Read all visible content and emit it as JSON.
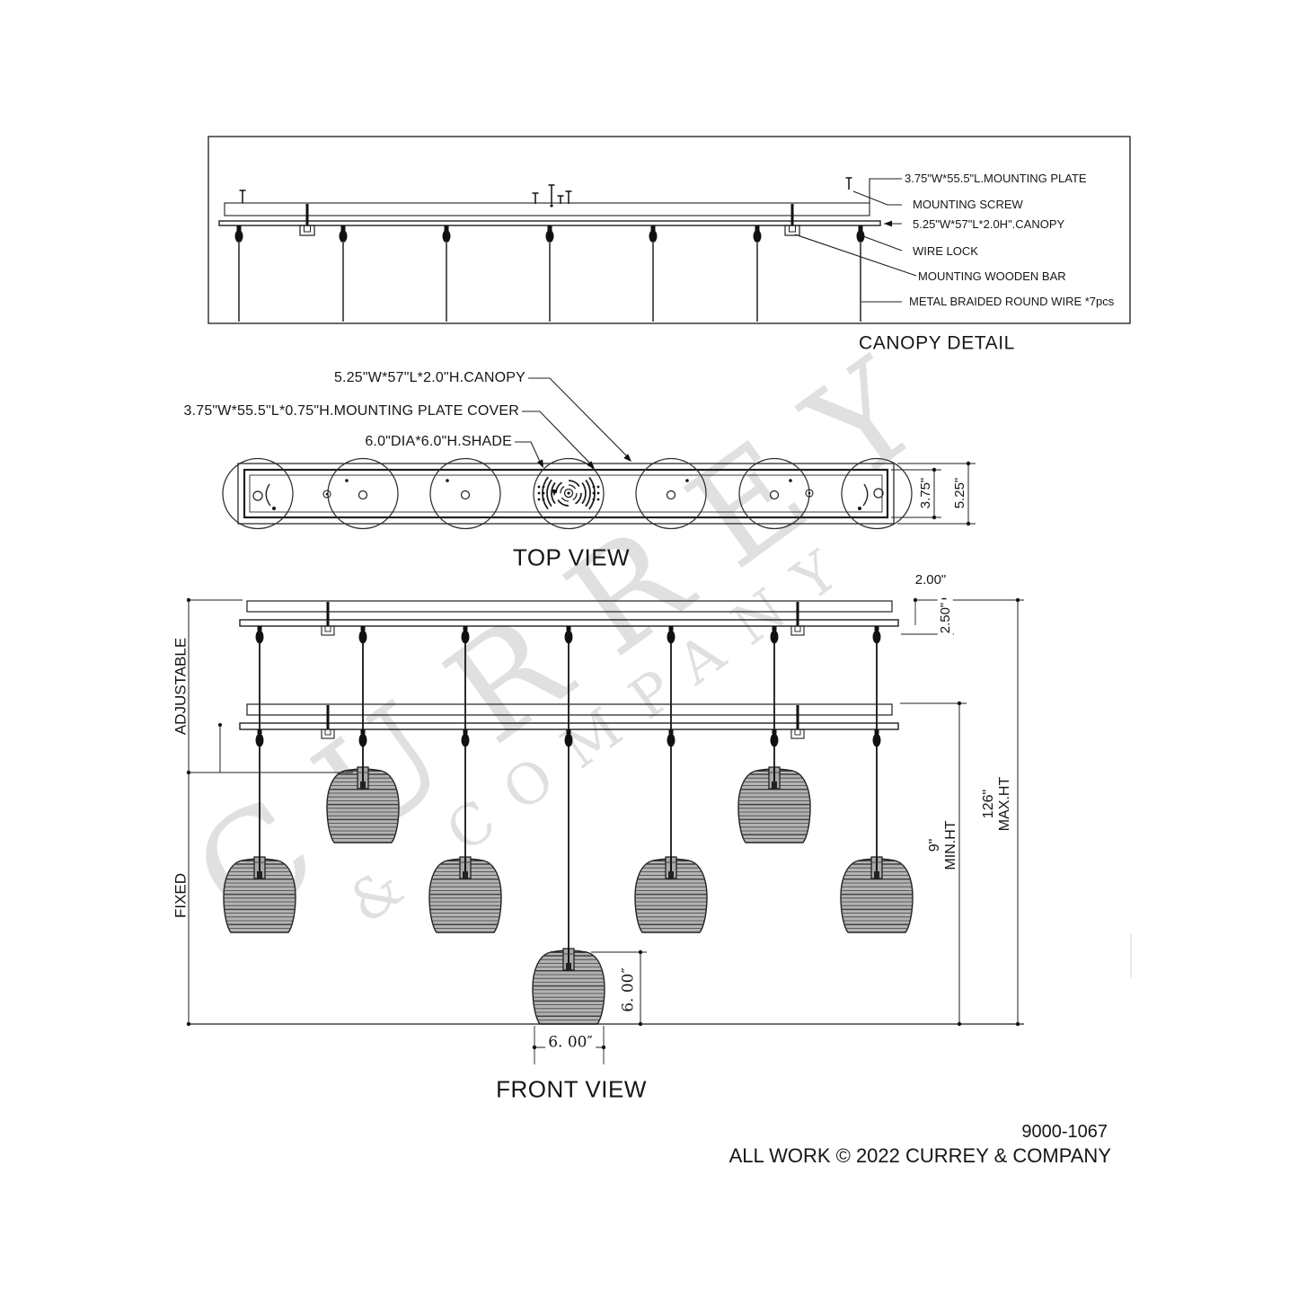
{
  "canopy_detail": {
    "title": "CANOPY DETAIL",
    "labels": {
      "mounting_plate": "3.75\"W*55.5\"L.MOUNTING PLATE",
      "mounting_screw": "MOUNTING SCREW",
      "canopy": "5.25\"W*57\"L*2.0H\".CANOPY",
      "wire_lock": "WIRE LOCK",
      "mounting_wooden_bar": "MOUNTING  WOODEN BAR",
      "metal_braided_wire": "METAL BRAIDED ROUND WIRE *7pcs"
    }
  },
  "top_view": {
    "title": "TOP VIEW",
    "labels": {
      "canopy": "5.25\"W*57\"L*2.0\"H.CANOPY",
      "mounting_plate_cover": "3.75\"W*55.5\"L*0.75\"H.MOUNTING PLATE COVER",
      "shade": "6.0\"DIA*6.0\"H.SHADE"
    },
    "dimensions": {
      "plate_width": "3.75\"",
      "canopy_width": "5.25\""
    }
  },
  "front_view": {
    "title": "FRONT VIEW",
    "labels": {
      "adjustable": "ADJUSTABLE",
      "fixed": "FIXED"
    },
    "dimensions": {
      "canopy_offset": "2.00\"",
      "canopy_drop": "2.50\"",
      "min_height_value": "9\"",
      "min_height_label": "MIN.HT",
      "max_height_value": "126\"",
      "max_height_label": "MAX.HT",
      "shade_height": "6. 00″",
      "shade_width": "6. 00″"
    },
    "pendant_count": 7,
    "wire_count": 7
  },
  "watermark": {
    "line1": "CURREY",
    "line2": "& COMPANY"
  },
  "footer": {
    "model_number": "9000-1067",
    "copyright": "ALL WORK © 2022 CURREY & COMPANY"
  }
}
